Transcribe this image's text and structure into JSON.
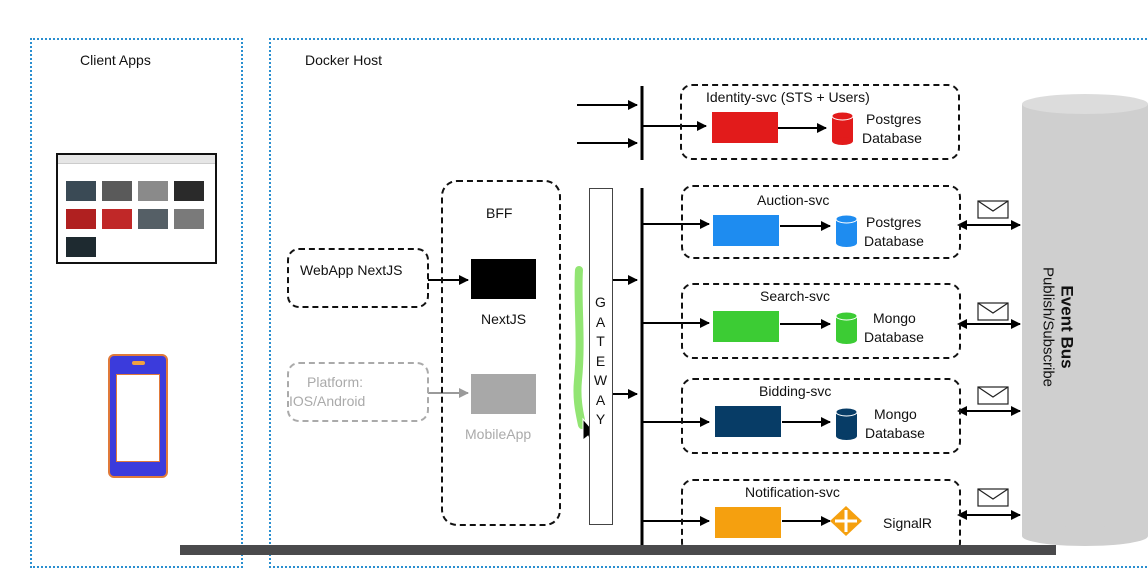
{
  "regions": {
    "client_apps": "Client Apps",
    "docker_host": "Docker Host"
  },
  "bff": {
    "title": "BFF",
    "webapp_label": "NextJS",
    "mobile_label": "MobileApp"
  },
  "clients": {
    "webapp": "WebApp NextJS",
    "platform_line1": "Platform:",
    "platform_line2": "IOS/Android"
  },
  "gateway": {
    "label": "GATEWAY",
    "letters": [
      "G",
      "A",
      "T",
      "E",
      "W",
      "A",
      "Y"
    ]
  },
  "event_bus": {
    "title": "Event Bus",
    "subtitle": "Publish/Subscribe"
  },
  "services": [
    {
      "name": "Identity-svc (STS + Users)",
      "db_line1": "Postgres",
      "db_line2": "Database",
      "color": "#e21b1b",
      "db_color": "#e21b1b"
    },
    {
      "name": "Auction-svc",
      "db_line1": "Postgres",
      "db_line2": "Database",
      "color": "#1e8cf0",
      "db_color": "#1e8cf0"
    },
    {
      "name": "Search-svc",
      "db_line1": "Mongo",
      "db_line2": "Database",
      "color": "#3ccc34",
      "db_color": "#3ccc34"
    },
    {
      "name": "Bidding-svc",
      "db_line1": "Mongo",
      "db_line2": "Database",
      "color": "#073c66",
      "db_color": "#073c66"
    },
    {
      "name": "Notification-svc",
      "db_line1": "SignalR",
      "db_line2": "",
      "color": "#f5a00f",
      "db_color": "#f5a00f"
    }
  ],
  "colors": {
    "region_border": "#2a8fd0",
    "bff_webapp_box": "#000000",
    "bff_mobile_box": "#a8a8a8",
    "phone_body": "#3b3bdc",
    "phone_border": "#e07a3a",
    "gateway_highlight": "#7fe05a",
    "event_bus": "#d0d0d0"
  }
}
